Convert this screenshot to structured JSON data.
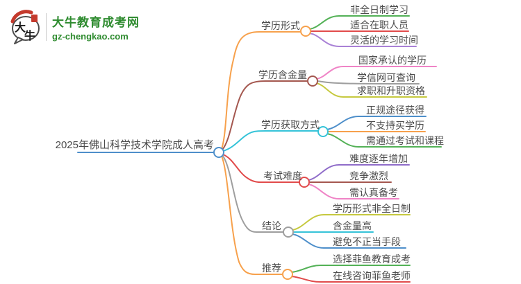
{
  "logo": {
    "site_name": "大牛教育成考网",
    "site_url": "gz-chengkao.com",
    "icon_char_top": "大",
    "icon_char_bottom": "牛",
    "brand_green": "#2e8b2f",
    "brand_red": "#c43a2d",
    "bubble_outline": "#4d4d4d"
  },
  "mindmap": {
    "root": {
      "label": "2025年佛山科学技术学院成人高考",
      "color": "#4e8fca"
    },
    "branches": [
      {
        "label": "学历形式",
        "color": "#f7a14c",
        "children": [
          {
            "label": "非全日制学习",
            "color": "#53b156"
          },
          {
            "label": "适合在职人员",
            "color": "#e14b4b"
          },
          {
            "label": "灵活的学习时间",
            "color": "#a981d6"
          }
        ]
      },
      {
        "label": "学历含金量",
        "color": "#a4574f",
        "children": [
          {
            "label": "国家承认的学历",
            "color": "#ef83c6"
          },
          {
            "label": "学信网可查询",
            "color": "#9e9e9e"
          },
          {
            "label": "求职和升职资格",
            "color": "#c6c93f"
          }
        ]
      },
      {
        "label": "学历获取方式",
        "color": "#35c3d8",
        "children": [
          {
            "label": "正规途径获得",
            "color": "#4e8fca"
          },
          {
            "label": "不支持买学历",
            "color": "#f7a14c"
          },
          {
            "label": "需通过考试和课程",
            "color": "#53b156"
          }
        ]
      },
      {
        "label": "考试难度",
        "color": "#e14b4b",
        "children": [
          {
            "label": "难度逐年增加",
            "color": "#8f6cc9"
          },
          {
            "label": "竞争激烈",
            "color": "#a4574f"
          },
          {
            "label": "需认真备考",
            "color": "#ef83c6"
          }
        ]
      },
      {
        "label": "结论",
        "color": "#9e9e9e",
        "children": [
          {
            "label": "学历形式非全日制",
            "color": "#c6c93f"
          },
          {
            "label": "含金量高",
            "color": "#35c3d8"
          },
          {
            "label": "避免不正当手段",
            "color": "#4e8fca"
          }
        ]
      },
      {
        "label": "推荐",
        "color": "#f7a14c",
        "children": [
          {
            "label": "选择菲鱼教育成考",
            "color": "#53b156"
          },
          {
            "label": "在线咨询菲鱼老师",
            "color": "#e14b4b"
          }
        ]
      }
    ]
  }
}
